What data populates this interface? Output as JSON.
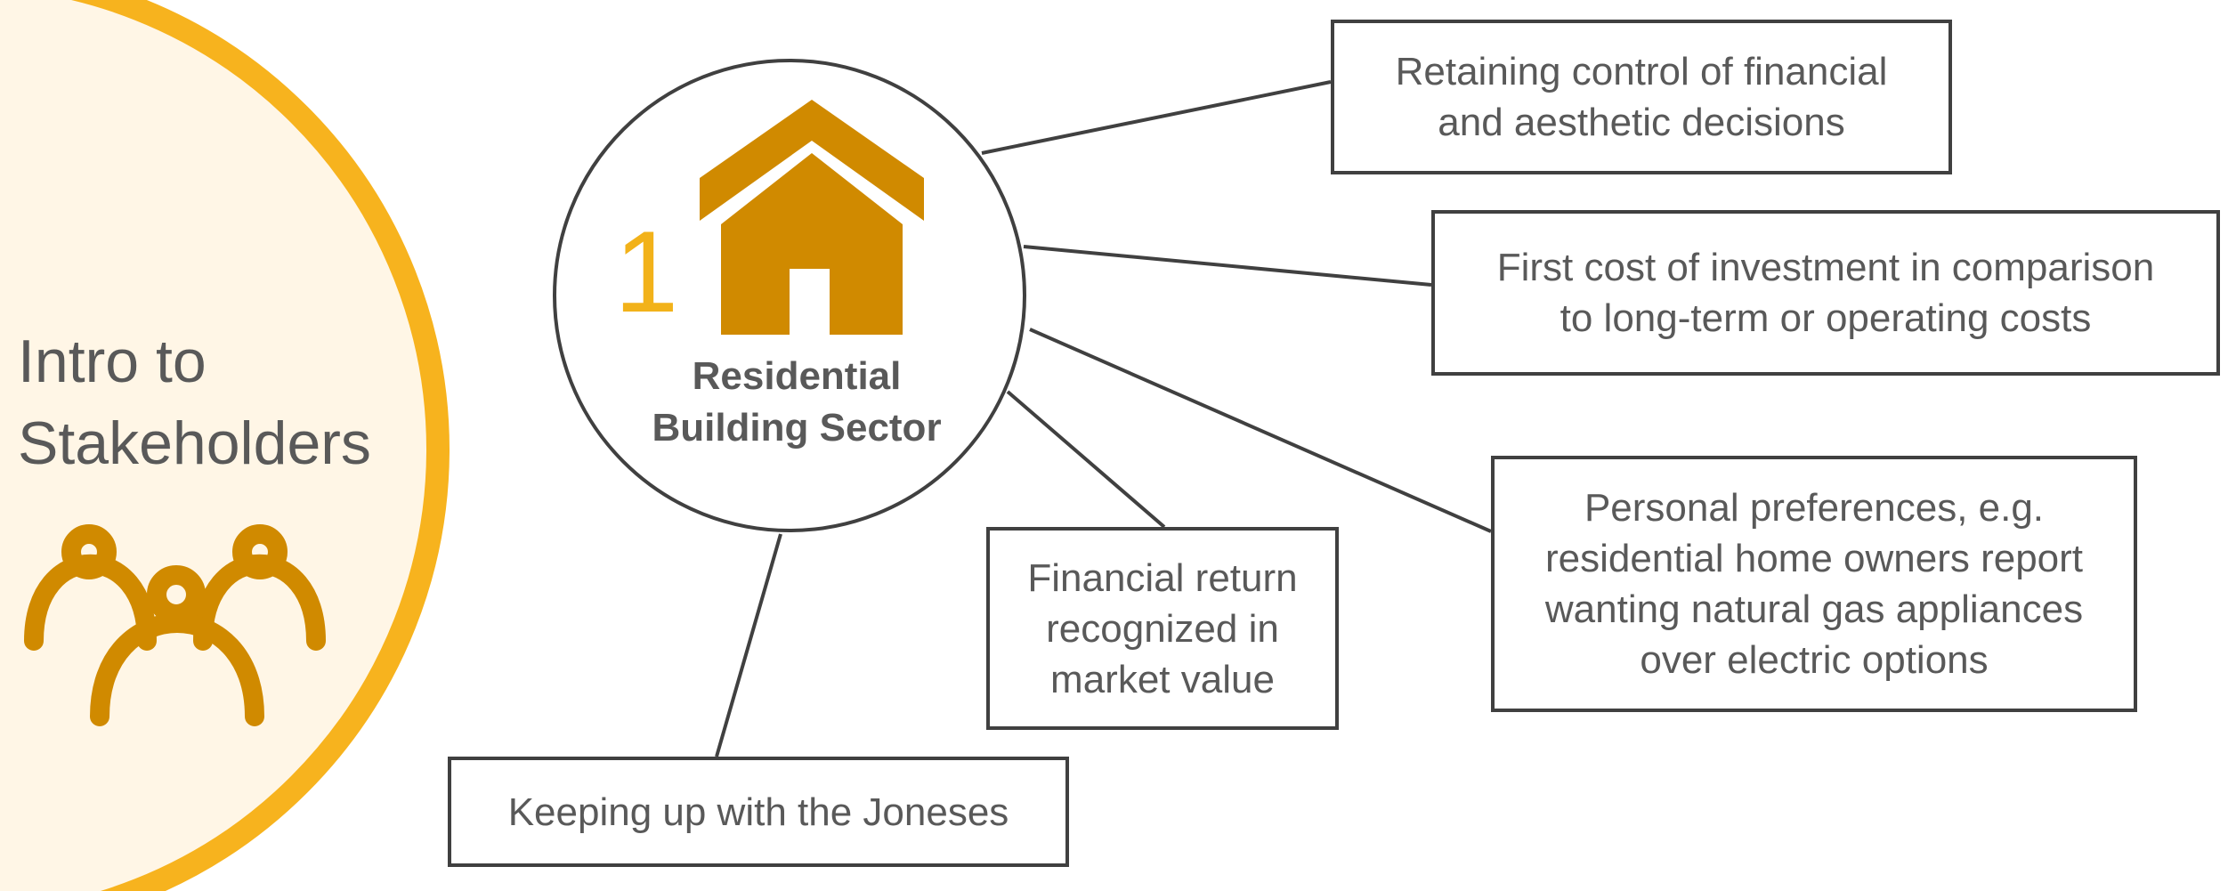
{
  "sidebar": {
    "title": "Intro to\nStakeholders",
    "icon": "people-group-icon"
  },
  "hub": {
    "number": "1",
    "label": "Residential\nBuilding Sector",
    "icon": "house-icon"
  },
  "factors": [
    {
      "text": "Retaining control of financial\nand aesthetic decisions"
    },
    {
      "text": "First cost of investment in comparison\nto long-term or operating costs"
    },
    {
      "text": "Personal preferences, e.g.\nresidential home owners report\nwanting natural gas appliances\nover electric options"
    },
    {
      "text": "Financial return\nrecognized in\nmarket value"
    },
    {
      "text": "Keeping up with the Joneses"
    }
  ],
  "colors": {
    "accent": "#F2B21A",
    "icon": "#D08A00",
    "panel": "#FFF6E6",
    "line": "#404040",
    "text": "#595959"
  }
}
